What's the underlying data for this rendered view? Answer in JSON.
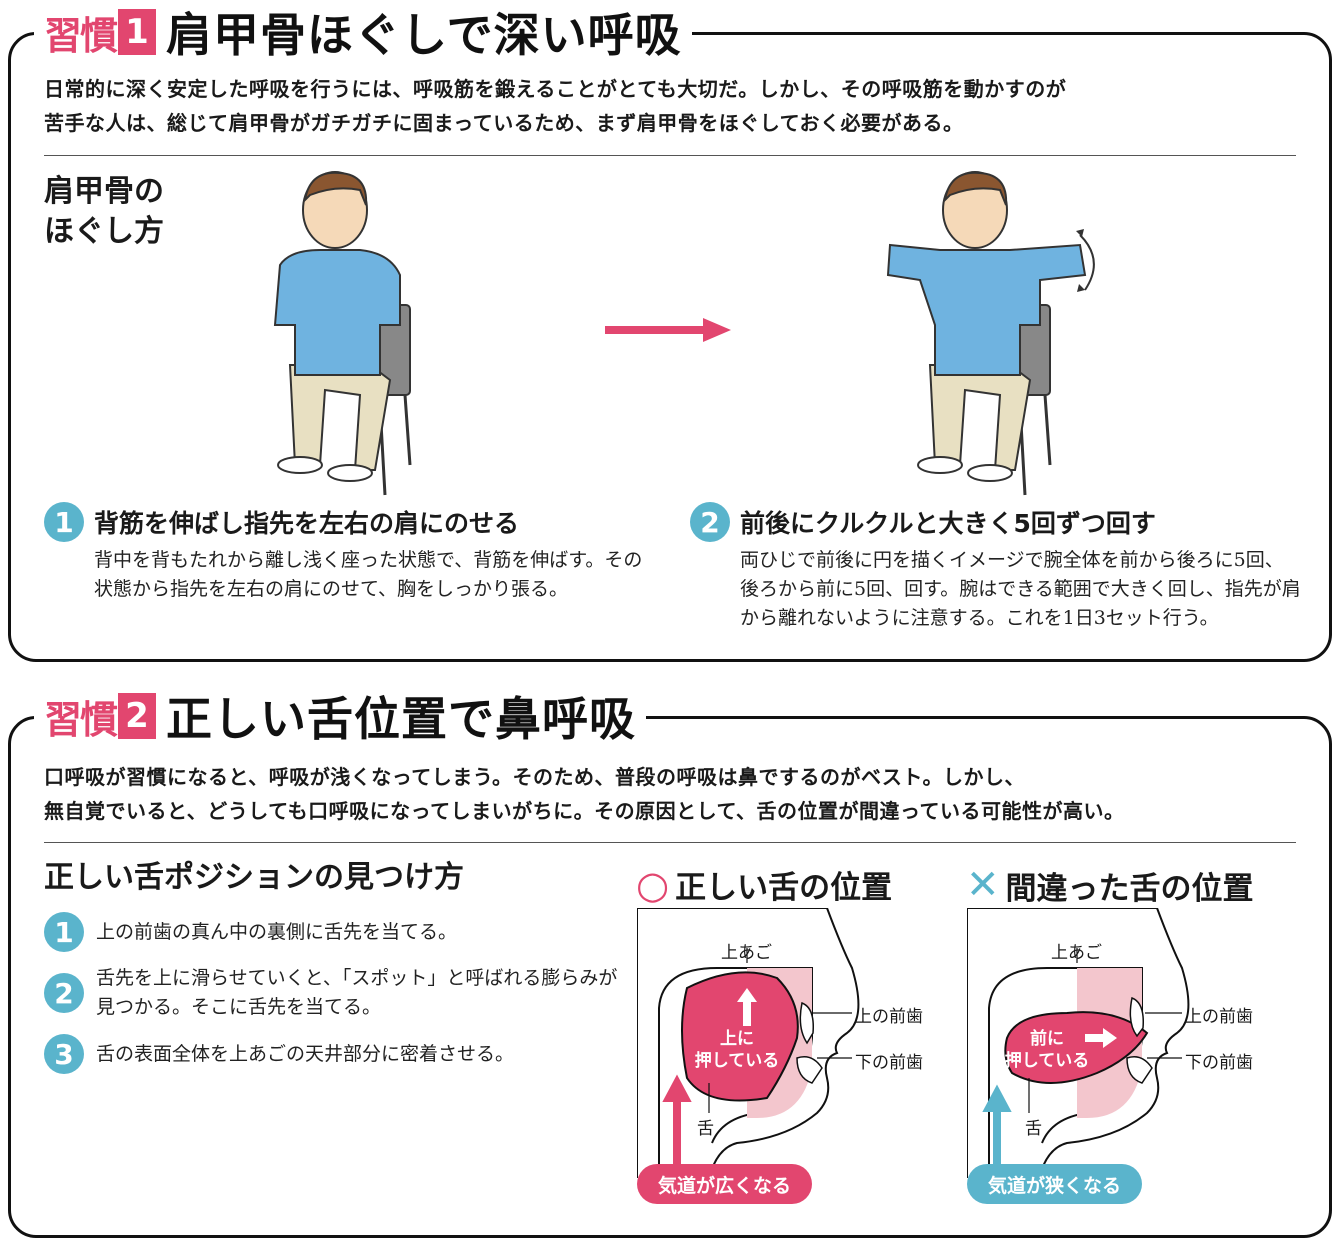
{
  "colors": {
    "accent": "#e2466f",
    "teal": "#5ab4cc"
  },
  "habit1": {
    "habit_label": "習慣",
    "number": "1",
    "title": "肩甲骨ほぐしで深い呼吸",
    "lead": [
      "日常的に深く安定した呼吸を行うには、呼吸筋を鍛えることがとても大切だ。しかし、その呼吸筋を動かすのが",
      "苦手な人は、総じて肩甲骨がガチガチに固まっているため、まず肩甲骨をほぐしておく必要がある。"
    ],
    "method_title": [
      "肩甲骨の",
      "ほぐし方"
    ],
    "steps": [
      {
        "number": "1",
        "title": "背筋を伸ばし指先を左右の肩にのせる",
        "body": [
          "背中を背もたれから離し浅く座った状態で、背筋を伸ばす。その",
          "状態から指先を左右の肩にのせて、胸をしっかり張る。"
        ]
      },
      {
        "number": "2",
        "title": "前後にクルクルと大きく5回ずつ回す",
        "body": [
          "両ひじで前後に円を描くイメージで腕全体を前から後ろに5回、",
          "後ろから前に5回、回す。腕はできる範囲で大きく回し、指先が肩",
          "から離れないように注意する。これを1日3セット行う。"
        ]
      }
    ]
  },
  "habit2": {
    "habit_label": "習慣",
    "number": "2",
    "title": "正しい舌位置で鼻呼吸",
    "lead": [
      "口呼吸が習慣になると、呼吸が浅くなってしまう。そのため、普段の呼吸は鼻でするのがベスト。しかし、",
      "無自覚でいると、どうしても口呼吸になってしまいがちに。その原因として、舌の位置が間違っている可能性が高い。"
    ],
    "method_title": "正しい舌ポジションの見つけ方",
    "steps": [
      {
        "number": "1",
        "body": [
          "上の前歯の真ん中の裏側に舌先を当てる。"
        ]
      },
      {
        "number": "2",
        "body": [
          "舌先を上に滑らせていくと、「スポット」と呼ばれる膨らみが",
          "見つかる。そこに舌先を当てる。"
        ]
      },
      {
        "number": "3",
        "body": [
          "舌の表面全体を上あごの天井部分に密着させる。"
        ]
      }
    ],
    "correct": {
      "mark": "○",
      "title": "正しい舌の位置",
      "palate": "上あご",
      "upper_teeth": "上の前歯",
      "lower_teeth": "下の前歯",
      "tongue": "舌",
      "push": [
        "上に",
        "押している"
      ],
      "airway": "気道が広くなる"
    },
    "wrong": {
      "mark": "✕",
      "title": "間違った舌の位置",
      "palate": "上あご",
      "upper_teeth": "上の前歯",
      "lower_teeth": "下の前歯",
      "tongue": "舌",
      "push": [
        "前に",
        "押している"
      ],
      "airway": "気道が狭くなる"
    }
  }
}
